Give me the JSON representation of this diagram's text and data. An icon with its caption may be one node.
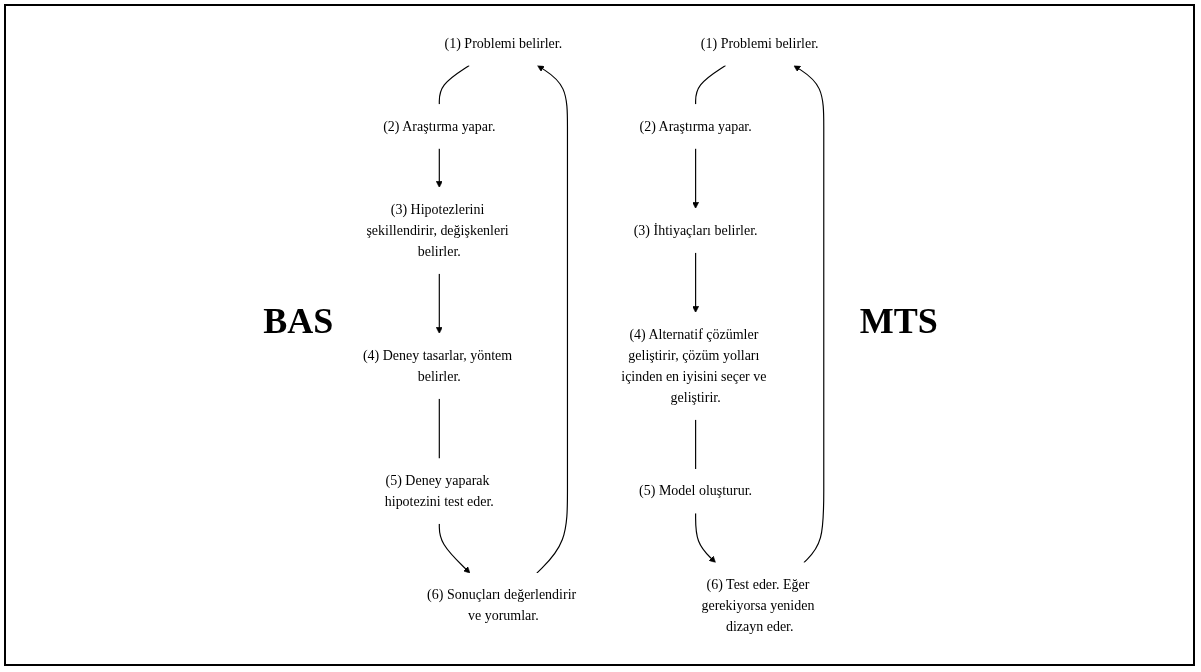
{
  "diagram": {
    "nodes": [
      {
        "text": [
          "(1) Problemi belirler."
        ]
      },
      {
        "text": [
          "(2) Araştırma yapar."
        ]
      },
      {
        "text": [
          "(3) Hipotezlerini şekillendirir, değişkenleri belirler."
        ]
      },
      {
        "text": [
          "(4) Deney tasarlar, yöntem belirler."
        ]
      },
      {
        "text": [
          "(5) Deney yaparak hipotezini test eder."
        ]
      },
      {
        "text": [
          "(6) Sonuçları değerlendirir ve yorumlar."
        ]
      },
      {
        "text": [
          "(1) Problemi belirler."
        ]
      },
      {
        "text": [
          "(2) Araştırma yapar."
        ]
      },
      {
        "text": [
          "(3) İhtiyaçları belirler."
        ]
      },
      {
        "text": [
          "(4) Alternatif çözümler geliştirir, çözüm yolları içinden en iyisini seçer ve geliştirir."
        ]
      },
      {
        "text": [
          "(5) Model oluşturur."
        ]
      },
      {
        "text": [
          "(6) Test eder. Eğer gerekiyorsa yeniden dizayn eder."
        ]
      }
    ],
    "edges": [
      {
        "from": 0,
        "to": 1,
        "arrow": "none"
      },
      {
        "from": 1,
        "to": 2,
        "arrow": "to"
      },
      {
        "from": 2,
        "to": 3,
        "arrow": "to"
      },
      {
        "from": 3,
        "to": 4,
        "arrow": "none"
      },
      {
        "from": 4,
        "to": 5,
        "arrow": "to"
      },
      {
        "from": 5,
        "to": 0,
        "arrow": "to"
      },
      {
        "from": 6,
        "to": 7,
        "arrow": "none"
      },
      {
        "from": 7,
        "to": 8,
        "arrow": "to"
      },
      {
        "from": 8,
        "to": 9,
        "arrow": "to"
      },
      {
        "from": 9,
        "to": 10,
        "arrow": "none"
      },
      {
        "from": 10,
        "to": 11,
        "arrow": "to"
      },
      {
        "from": 11,
        "to": 6,
        "arrow": "to"
      }
    ],
    "labels": [
      "BAS",
      "MTS"
    ]
  }
}
